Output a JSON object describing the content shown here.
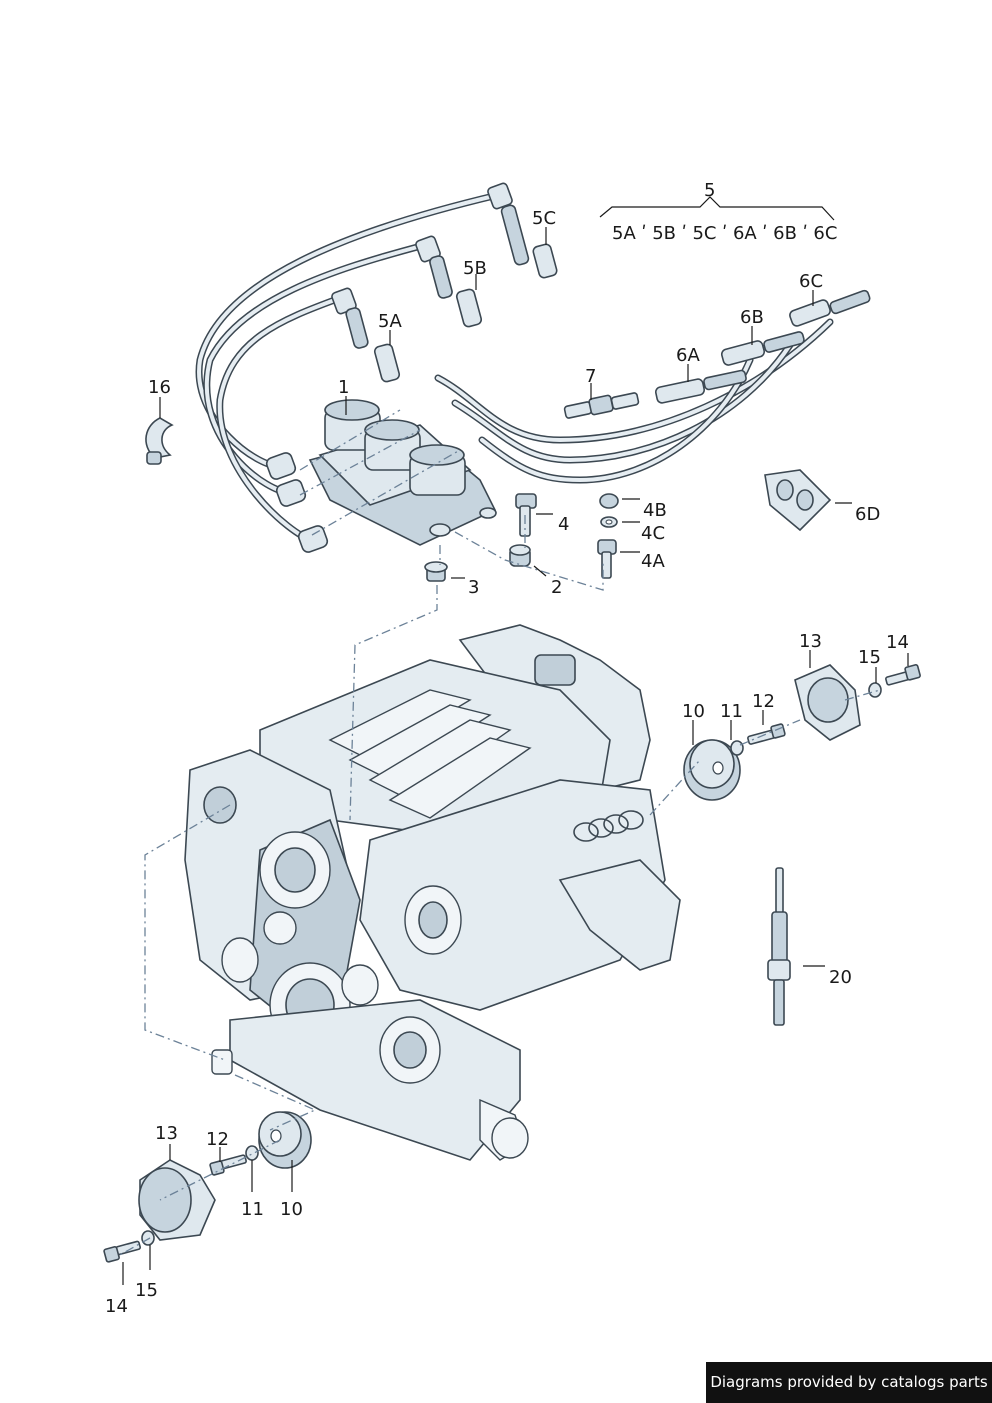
{
  "callouts": {
    "c1": "1",
    "c2": "2",
    "c3": "3",
    "c4": "4",
    "c4a": "4A",
    "c4b": "4B",
    "c4c": "4C",
    "c5": "5",
    "c5a": "5A",
    "c5b": "5B",
    "c5c": "5C",
    "c6a": "6A",
    "c6b": "6B",
    "c6c": "6C",
    "c6d": "6D",
    "c7": "7",
    "c10_top": "10",
    "c11_top": "11",
    "c12_top": "12",
    "c13_top": "13",
    "c14_top": "14",
    "c15_top": "15",
    "c10_bot": "10",
    "c11_bot": "11",
    "c12_bot": "12",
    "c13_bot": "13",
    "c14_bot": "14",
    "c15_bot": "15",
    "c16": "16",
    "c20": "20"
  },
  "set_note": "5A ʹ 5B ʹ 5C ʹ 6A ʹ 6B ʹ 6C",
  "footer": {
    "credit": "Diagrams provided by catalogs parts"
  },
  "colors": {
    "line": "#3c4852",
    "fill_light": "#dfe8ee",
    "fill_shade": "#c6d4de",
    "dash": "#6c8298",
    "footer_bg": "#111111"
  }
}
